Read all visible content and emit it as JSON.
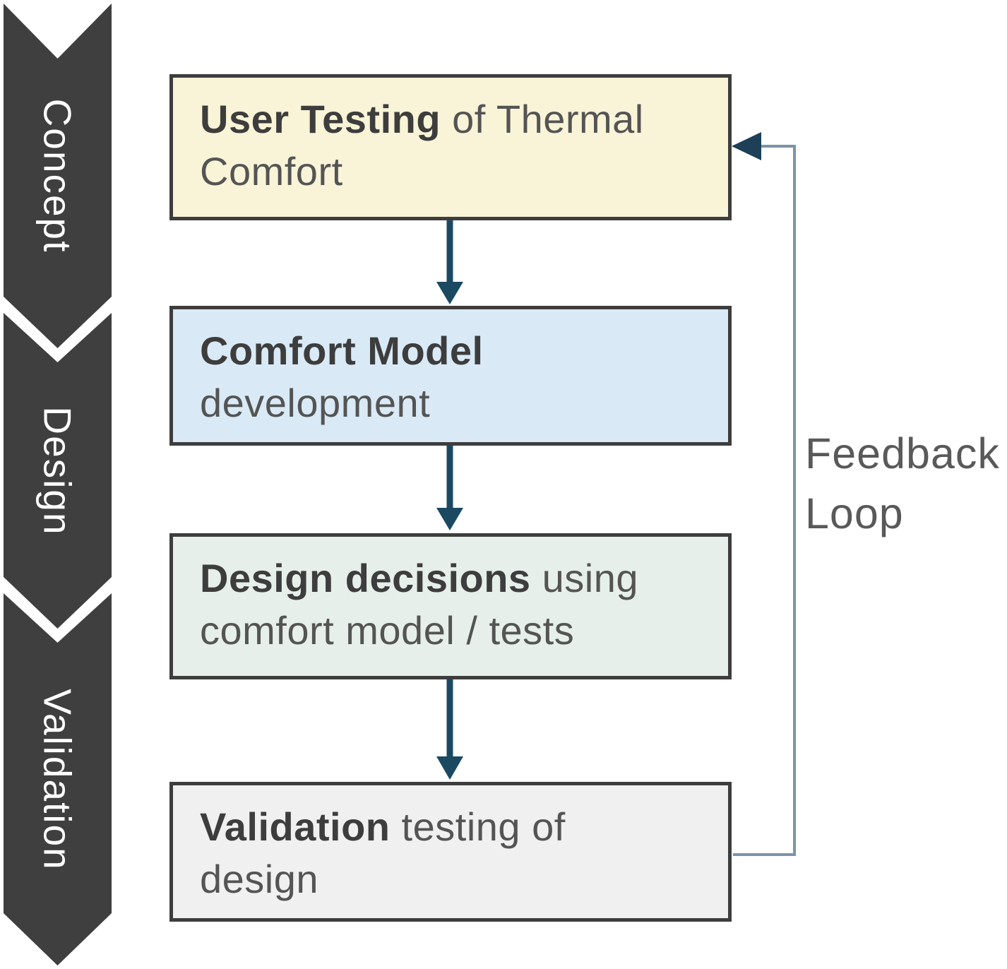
{
  "ribbon": {
    "color": "#3f3f3f",
    "text_color": "#ffffff",
    "segments": [
      {
        "label": "Concept"
      },
      {
        "label": "Design"
      },
      {
        "label": "Validation"
      }
    ]
  },
  "boxes": [
    {
      "name": "user-testing",
      "fill": "#f9f4d7",
      "border": "#3d3d3d",
      "line1_bold": "User Testing",
      "line1_rest": " of Thermal",
      "line2_rest": "Comfort"
    },
    {
      "name": "comfort-model",
      "fill": "#d9eaf6",
      "border": "#3d3d3d",
      "line1_bold": "Comfort Model",
      "line1_rest": "",
      "line2_rest": "development"
    },
    {
      "name": "design-decisions",
      "fill": "#e6efe9",
      "border": "#3d3d3d",
      "line1_bold": "Design decisions",
      "line1_rest": " using",
      "line2_rest": "comfort model / tests"
    },
    {
      "name": "validation",
      "fill": "#f0f0f0",
      "border": "#3d3d3d",
      "line1_bold": "Validation",
      "line1_rest": " testing of",
      "line2_rest": "design"
    }
  ],
  "connectors": {
    "flow_arrow_color": "#1c4962",
    "feedback_line_color": "#7c94a9",
    "feedback_arrowhead_color": "#1d3f57"
  },
  "feedback": {
    "label": "Feedback Loop",
    "text_color": "#595959"
  }
}
